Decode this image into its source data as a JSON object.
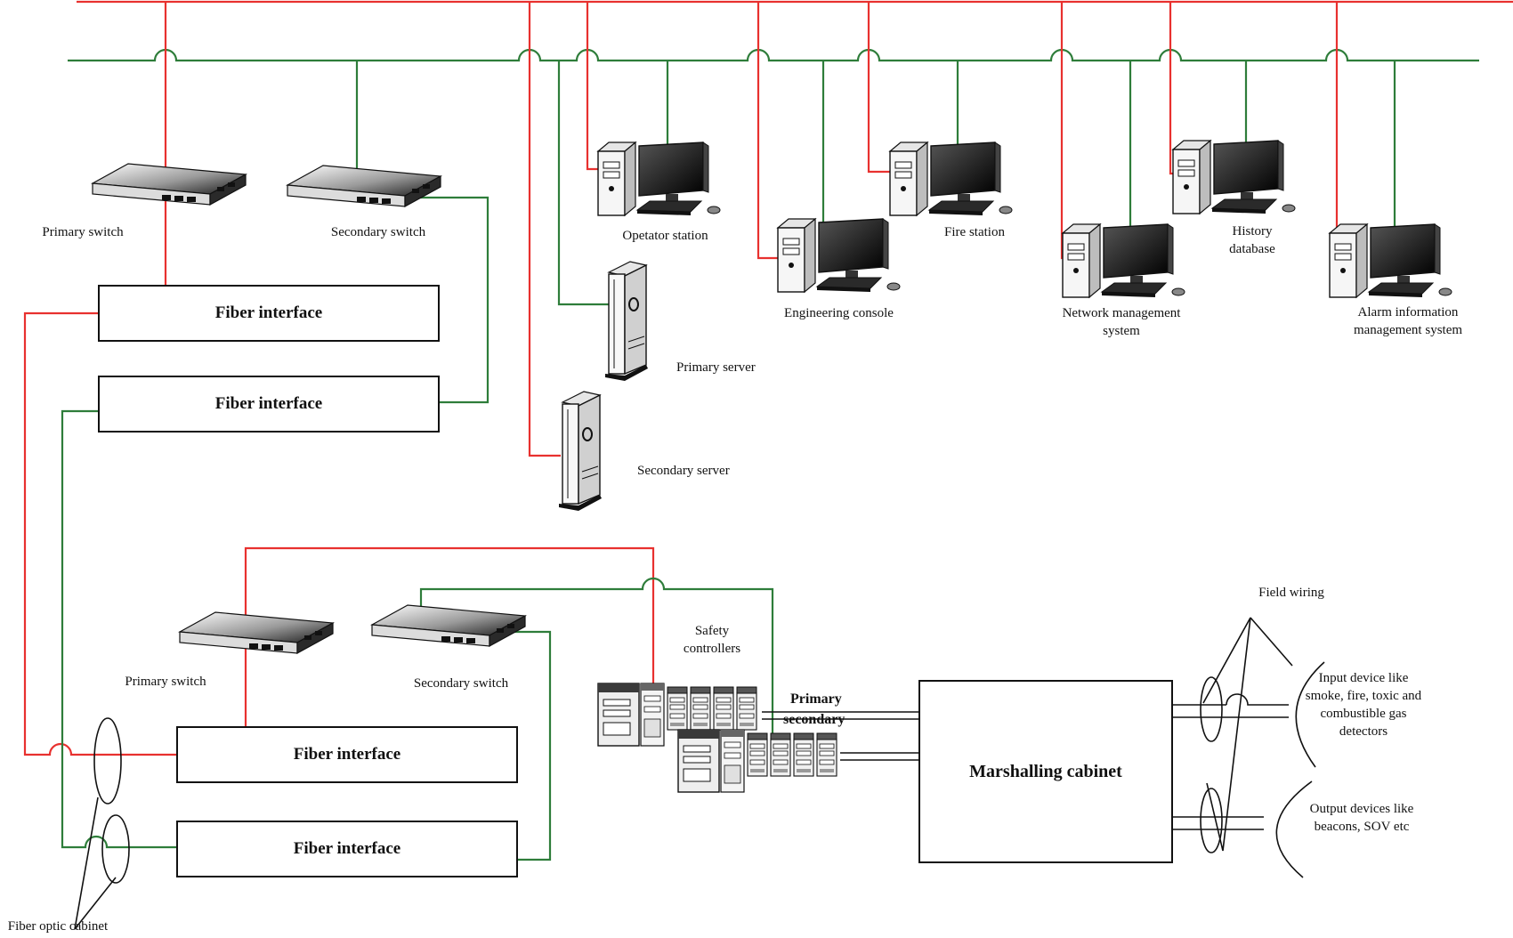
{
  "labels": {
    "primary_switch_top": "Primary switch",
    "secondary_switch_top": "Secondary switch",
    "fiber_interface_1": "Fiber interface",
    "fiber_interface_2": "Fiber interface",
    "fiber_interface_3": "Fiber interface",
    "fiber_interface_4": "Fiber interface",
    "operator_station": "Opetator station",
    "engineering_console": "Engineering console",
    "fire_station": "Fire station",
    "network_mgmt": "Network management\nsystem",
    "history_db": "History\ndatabase",
    "alarm_info": "Alarm information\nmanagement system",
    "primary_server": "Primary server",
    "secondary_server": "Secondary server",
    "primary_switch_bottom": "Primary switch",
    "secondary_switch_bottom": "Secondary switch",
    "safety_controllers": "Safety\ncontrollers",
    "primary_link": "Primary",
    "secondary_link": "secondary",
    "marshalling_cabinet": "Marshalling cabinet",
    "field_wiring": "Field wiring",
    "input_devices": "Input device like\nsmoke, fire, toxic and\ncombustible gas\ndetectors",
    "output_devices": "Output devices like\nbeacons, SOV etc",
    "fiber_optic_cabinet": "Fiber optic cabinet"
  },
  "colors": {
    "primary_network": "#e8312f",
    "secondary_network": "#2e7d3a",
    "outline": "#111111"
  },
  "icons": [
    "switch-icon",
    "workstation-icon",
    "server-icon",
    "controller-rack-icon"
  ]
}
